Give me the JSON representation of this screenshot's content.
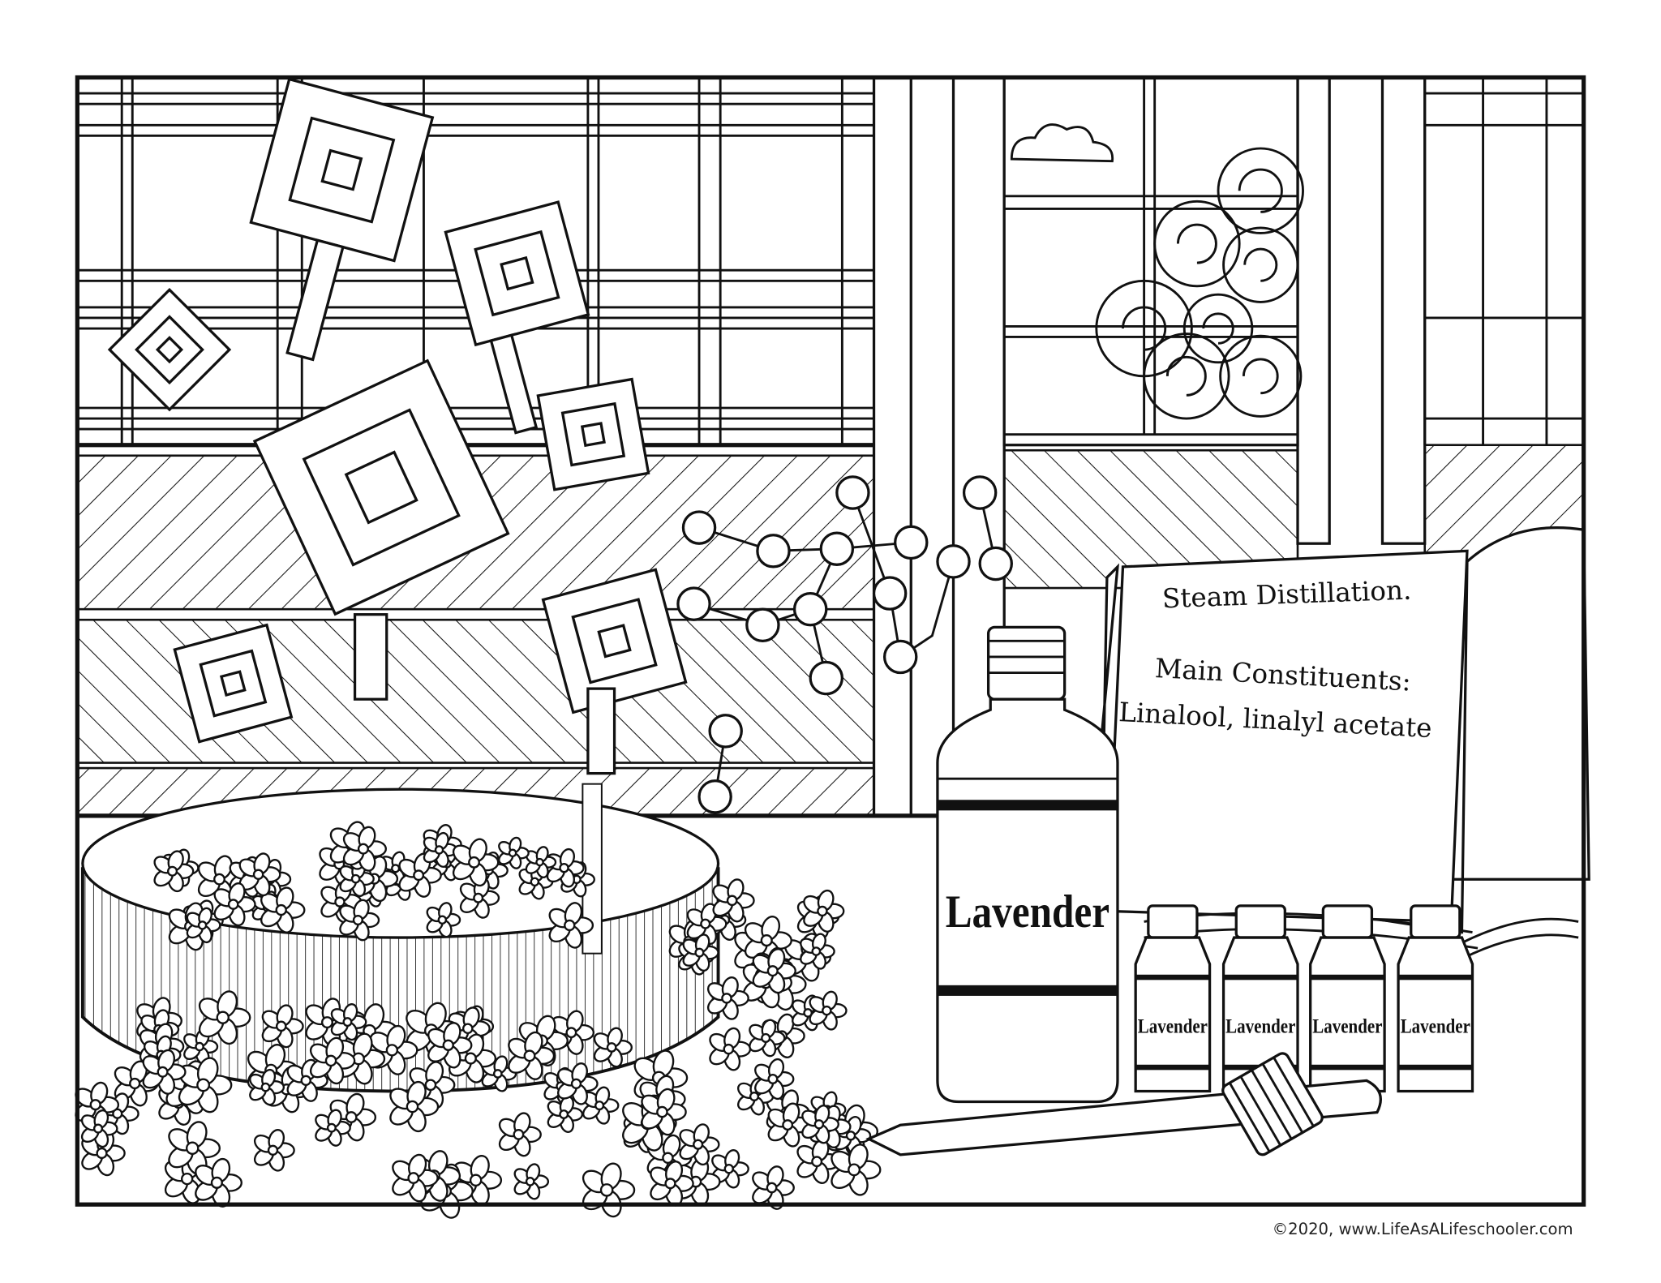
{
  "book": {
    "heading": "Steam Distillation.",
    "subheading": "Main Constituents:",
    "constituents": "Linalool, linalyl acetate"
  },
  "big_bottle": {
    "label": "Lavender"
  },
  "small_bottles": [
    {
      "label": "Lavender"
    },
    {
      "label": "Lavender"
    },
    {
      "label": "Lavender"
    },
    {
      "label": "Lavender"
    }
  ],
  "footer": {
    "copyright": "©2020, www.LifeAsALifeschooler.com"
  },
  "colors": {
    "ink": "#111111",
    "paper": "#ffffff"
  }
}
